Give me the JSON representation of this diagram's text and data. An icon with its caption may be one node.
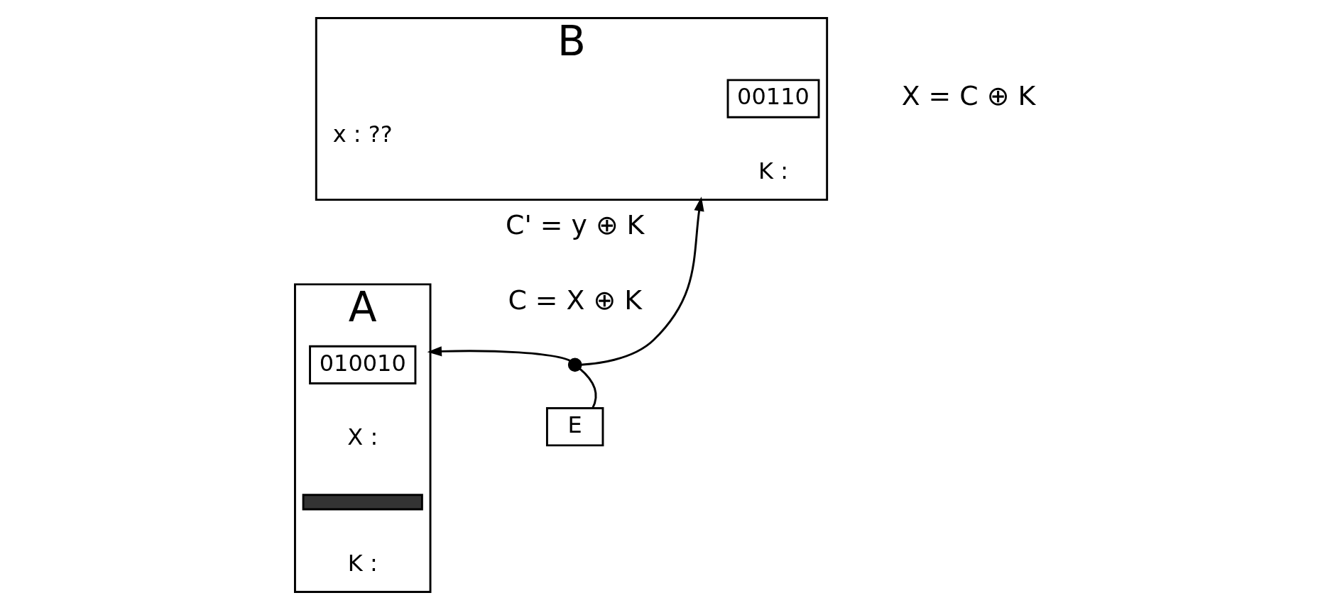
{
  "diagram": {
    "nodes": [
      {
        "text": [
          "A"
        ]
      },
      {
        "text": [
          "010010"
        ],
        "in": 0
      },
      {
        "text": [],
        "shape": "bar",
        "in": 0
      },
      {
        "text": [],
        "shape": "circle"
      },
      {
        "text": [
          "B"
        ],
        "beside": [
          "X = C ⊕ K"
        ]
      },
      {
        "text": [
          "00110"
        ],
        "in": 4
      },
      {
        "text": [
          "E"
        ]
      }
    ],
    "edges": [
      {
        "from": 3,
        "to": 0,
        "arrow": "to"
      },
      {
        "from": 3,
        "to": 4,
        "arrow": "to"
      },
      {
        "from": 6,
        "to": 3,
        "arrow": "none"
      }
    ],
    "labels": [
      "C' = y ⊕ K",
      "C = X ⊕ K",
      "X :",
      "K :",
      "x : ??",
      "K :"
    ]
  }
}
